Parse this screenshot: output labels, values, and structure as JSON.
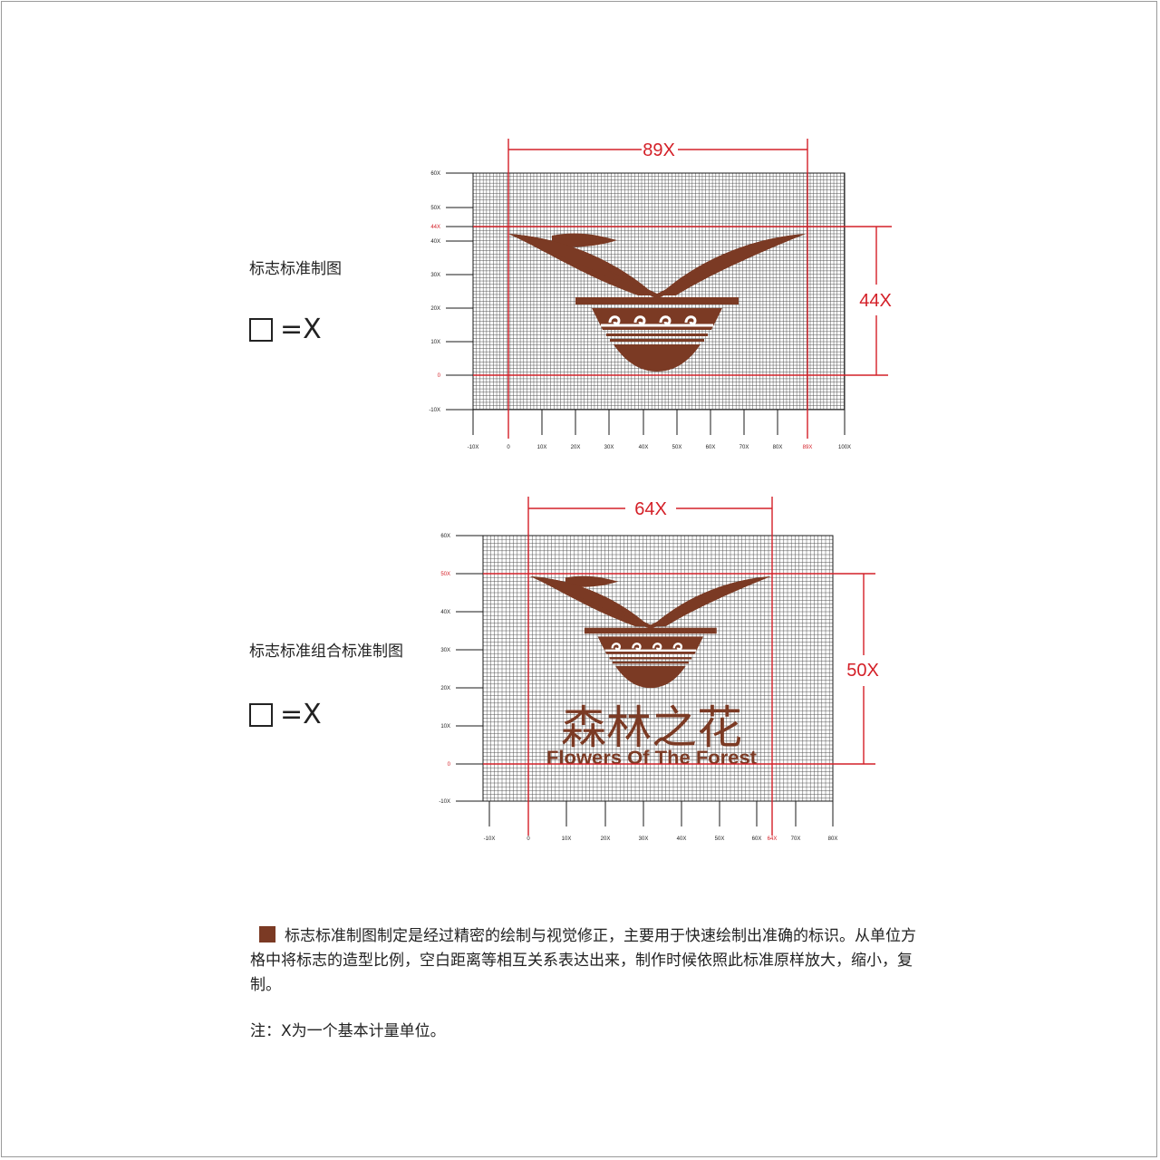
{
  "colors": {
    "logo": "#7b3a24",
    "dim": "#d42028",
    "grid": "#1a1a1a",
    "text": "#222222"
  },
  "section1": {
    "title": "标志标准制图",
    "unit_symbol": "=X",
    "width_label": "89X",
    "height_label": "44X",
    "y_ticks": [
      "60X",
      "50X",
      "44X",
      "40X",
      "30X",
      "20X",
      "10X",
      "0",
      "-10X"
    ],
    "x_ticks": [
      "-10X",
      "0",
      "10X",
      "20X",
      "30X",
      "40X",
      "50X",
      "60X",
      "70X",
      "80X",
      "89X",
      "100X"
    ]
  },
  "section2": {
    "title": "标志标准组合标准制图",
    "unit_symbol": "=X",
    "width_label": "64X",
    "height_label": "50X",
    "brand_cn": "森林之花",
    "brand_en": "Flowers Of The Forest",
    "y_ticks": [
      "60X",
      "50X",
      "40X",
      "30X",
      "20X",
      "10X",
      "0",
      "-10X"
    ],
    "x_ticks": [
      "-10X",
      "0",
      "10X",
      "20X",
      "30X",
      "40X",
      "50X",
      "60X",
      "64X",
      "70X",
      "80X"
    ]
  },
  "note": {
    "paragraph": "标志标准制图制定是经过精密的绘制与视觉修正，主要用于快速绘制出准确的标识。从单位方格中将标志的造型比例，空白距离等相互关系表达出来，制作时候依照此标准原样放大，缩小，复制。",
    "footnote": "注：X为一个基本计量单位。"
  }
}
